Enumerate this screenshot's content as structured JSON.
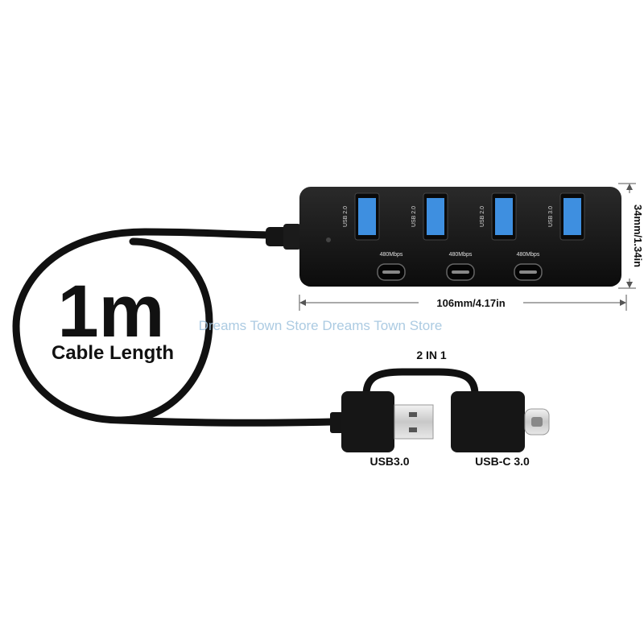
{
  "headline": {
    "size": "1m",
    "caption": "Cable Length"
  },
  "hub": {
    "ports_top": [
      {
        "label": "USB 2.0",
        "color": "#3e8fe0"
      },
      {
        "label": "USB 2.0",
        "color": "#3e8fe0"
      },
      {
        "label": "USB 2.0",
        "color": "#3e8fe0"
      },
      {
        "label": "USB 3.0",
        "color": "#3e8fe0"
      }
    ],
    "ports_bottom": [
      {
        "label": "480Mbps"
      },
      {
        "label": "480Mbps"
      },
      {
        "label": "480Mbps"
      }
    ],
    "width_label": "106mm/4.17in",
    "height_label": "34mm/1.34in"
  },
  "connectors": {
    "title": "2 IN 1",
    "usb_a_label": "USB3.0",
    "usb_c_label": "USB-C 3.0"
  },
  "watermark": "Dreams Town Store Dreams Town Store",
  "colors": {
    "body": "#111111",
    "usb_blue": "#3e8fe0",
    "watermark": "#9ec2de"
  }
}
